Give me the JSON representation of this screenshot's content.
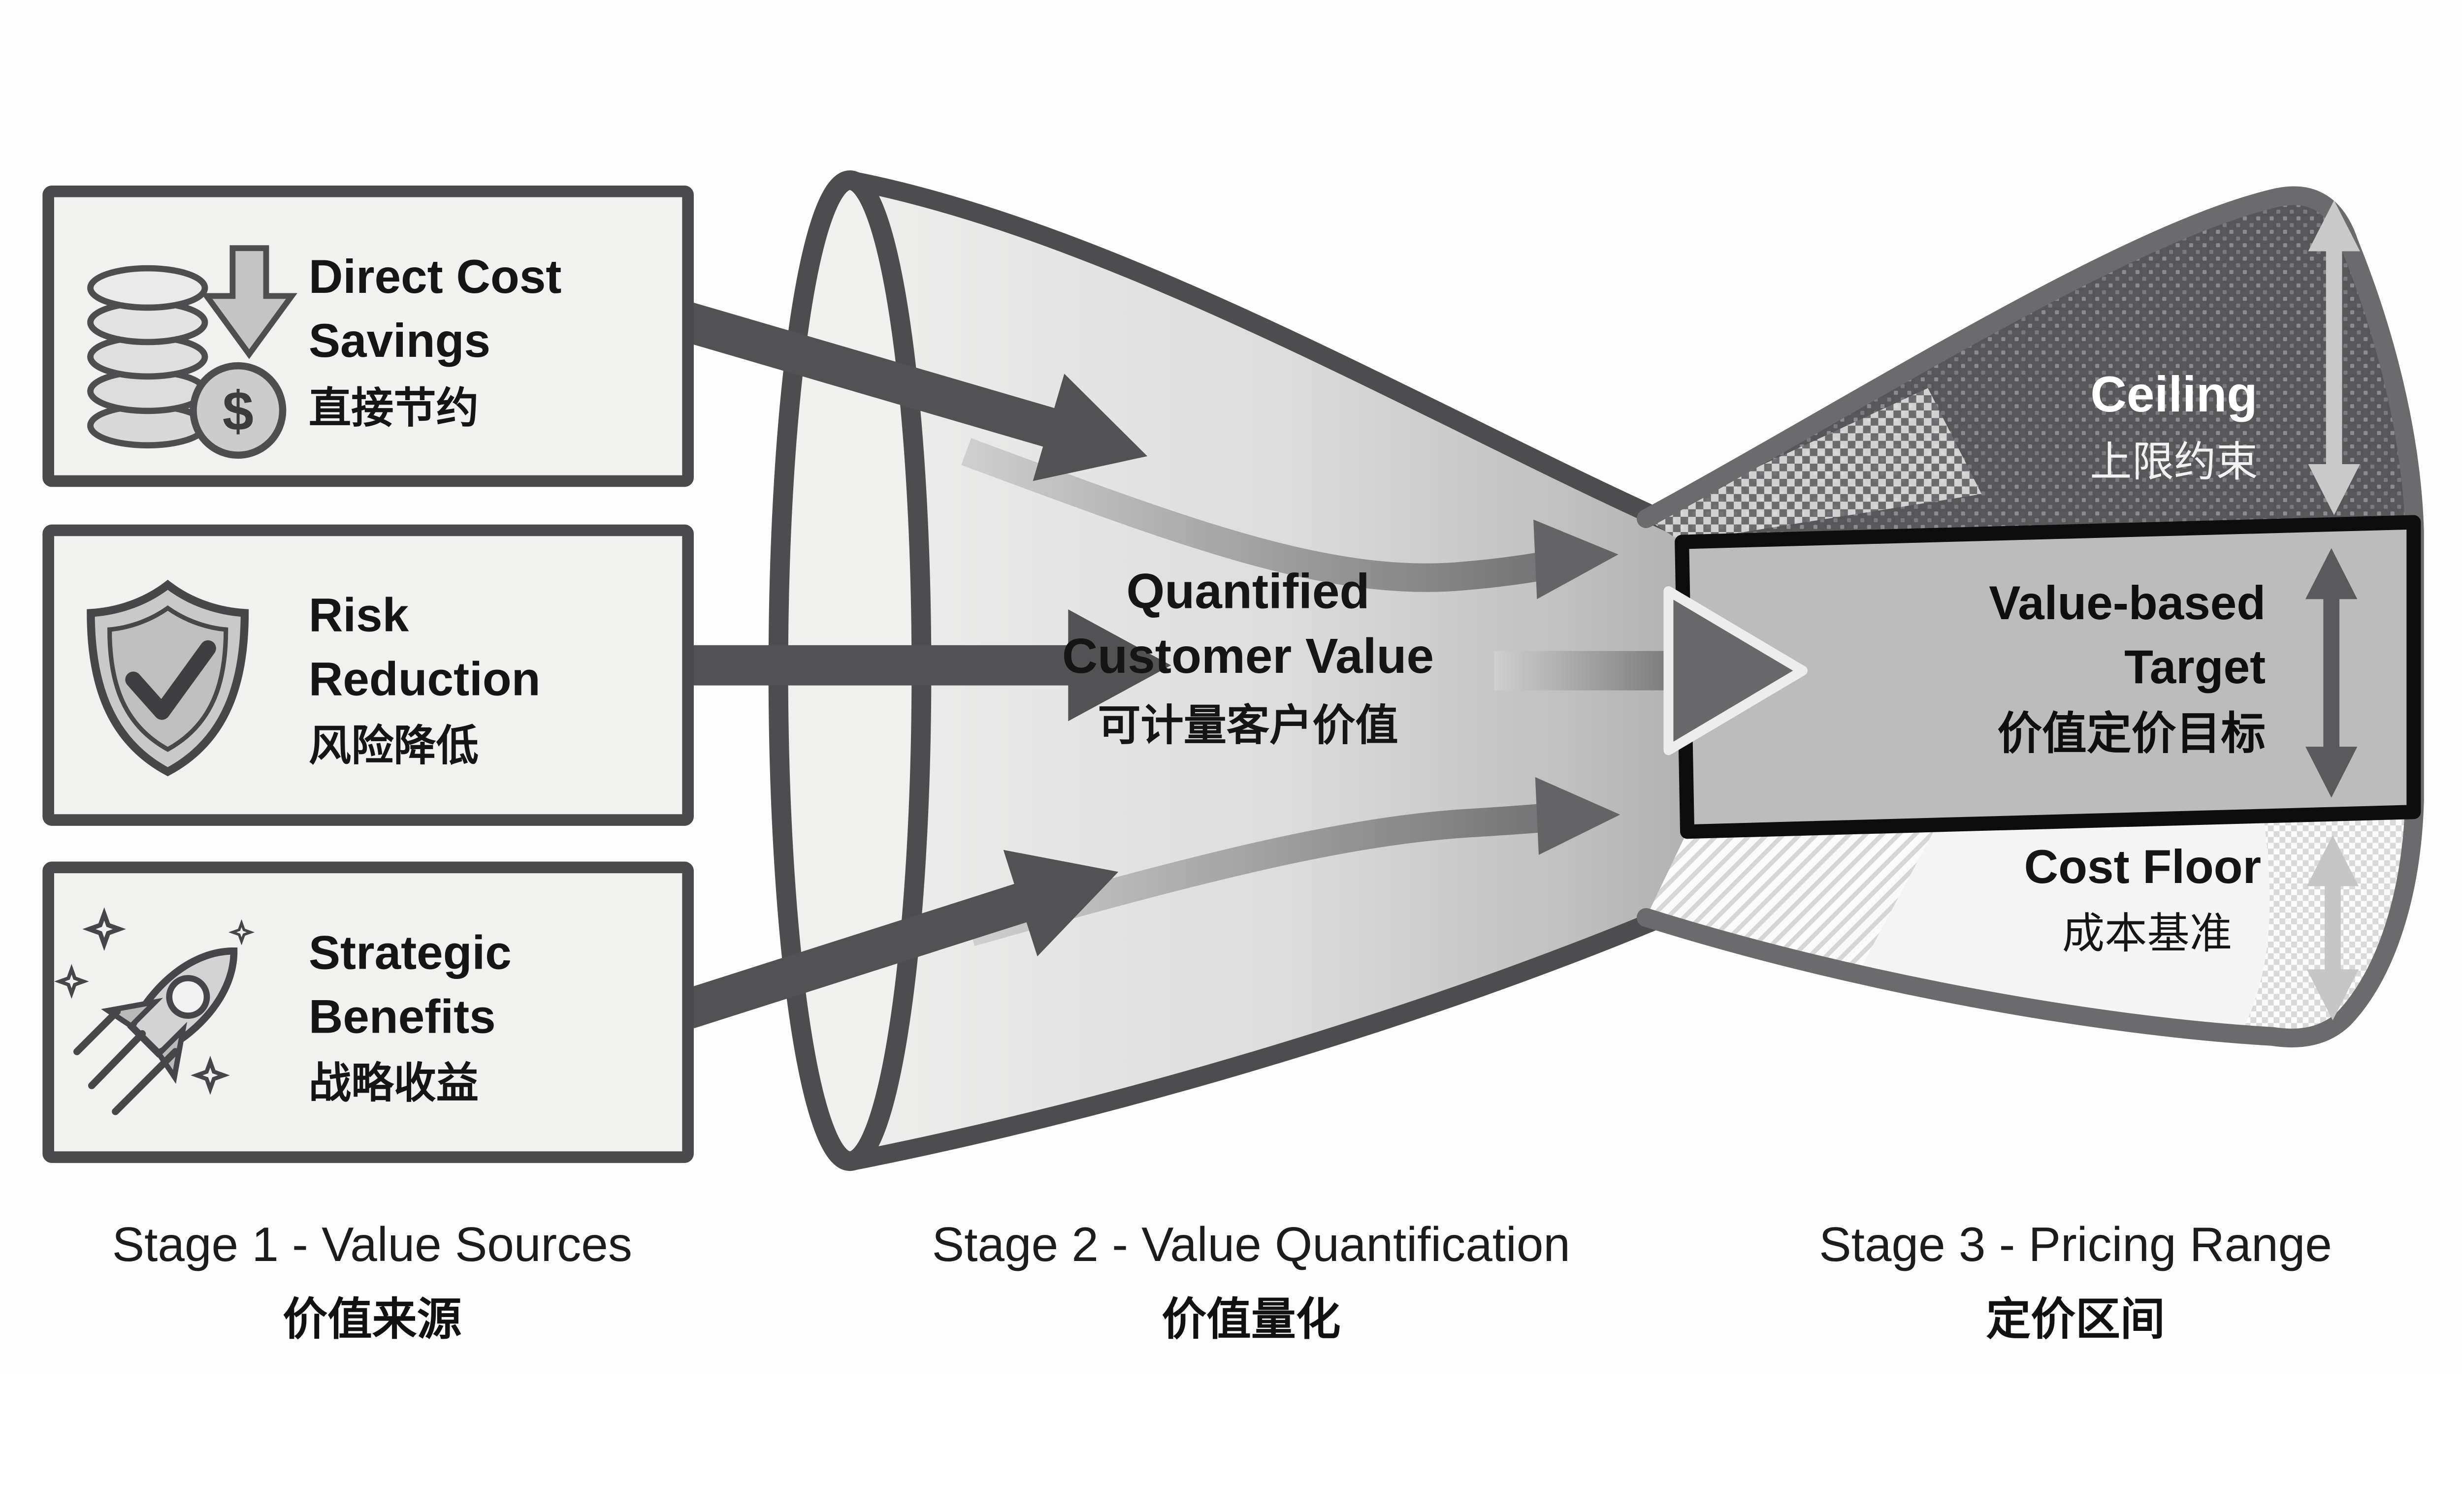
{
  "stage1": {
    "label": "Stage 1 - Value Sources",
    "label_zh": "价值来源",
    "boxes": [
      {
        "icon": "coins-cost-down-icon",
        "line1": "Direct Cost",
        "line2": "Savings",
        "zh": "直接节约"
      },
      {
        "icon": "shield-check-icon",
        "line1": "Risk",
        "line2": "Reduction",
        "zh": "风险降低"
      },
      {
        "icon": "rocket-icon",
        "line1": "Strategic",
        "line2": "Benefits",
        "zh": "战略收益"
      }
    ]
  },
  "stage2": {
    "label": "Stage 2 - Value Quantification",
    "label_zh": "价值量化",
    "funnel": {
      "line1": "Quantified",
      "line2": "Customer Value",
      "zh": "可计量客户价值"
    }
  },
  "stage3": {
    "label": "Stage 3 - Pricing Range",
    "label_zh": "定价区间",
    "bands": {
      "ceiling": {
        "label": "Ceiling",
        "zh": "上限约束"
      },
      "target": {
        "line1": "Value-based",
        "line2": "Target",
        "zh": "价值定价目标"
      },
      "floor": {
        "label": "Cost Floor",
        "zh": "成本基准"
      }
    }
  },
  "icons": {
    "dollar_symbol": "$"
  },
  "colors": {
    "background": "#fdfdfd",
    "box_fill": "#f1f1f0",
    "box_border": "#4a4a4c",
    "source_arrow": "#525254",
    "funnel_outline": "#4d4d4f",
    "funnel_fill_light": "#f1f1f0",
    "funnel_fill_dark": "#b2b2b2",
    "ceiling_fill": "#57575a",
    "ceiling_text": "#ffffff",
    "target_fill": "#bcbcbc",
    "target_border": "#0d0d0d",
    "floor_fill": "#f4f4f4",
    "horn_outline": "#6b6b6d",
    "light_range_arrow": "#c9c9c9",
    "dark_range_arrow": "#5a5a5c"
  }
}
